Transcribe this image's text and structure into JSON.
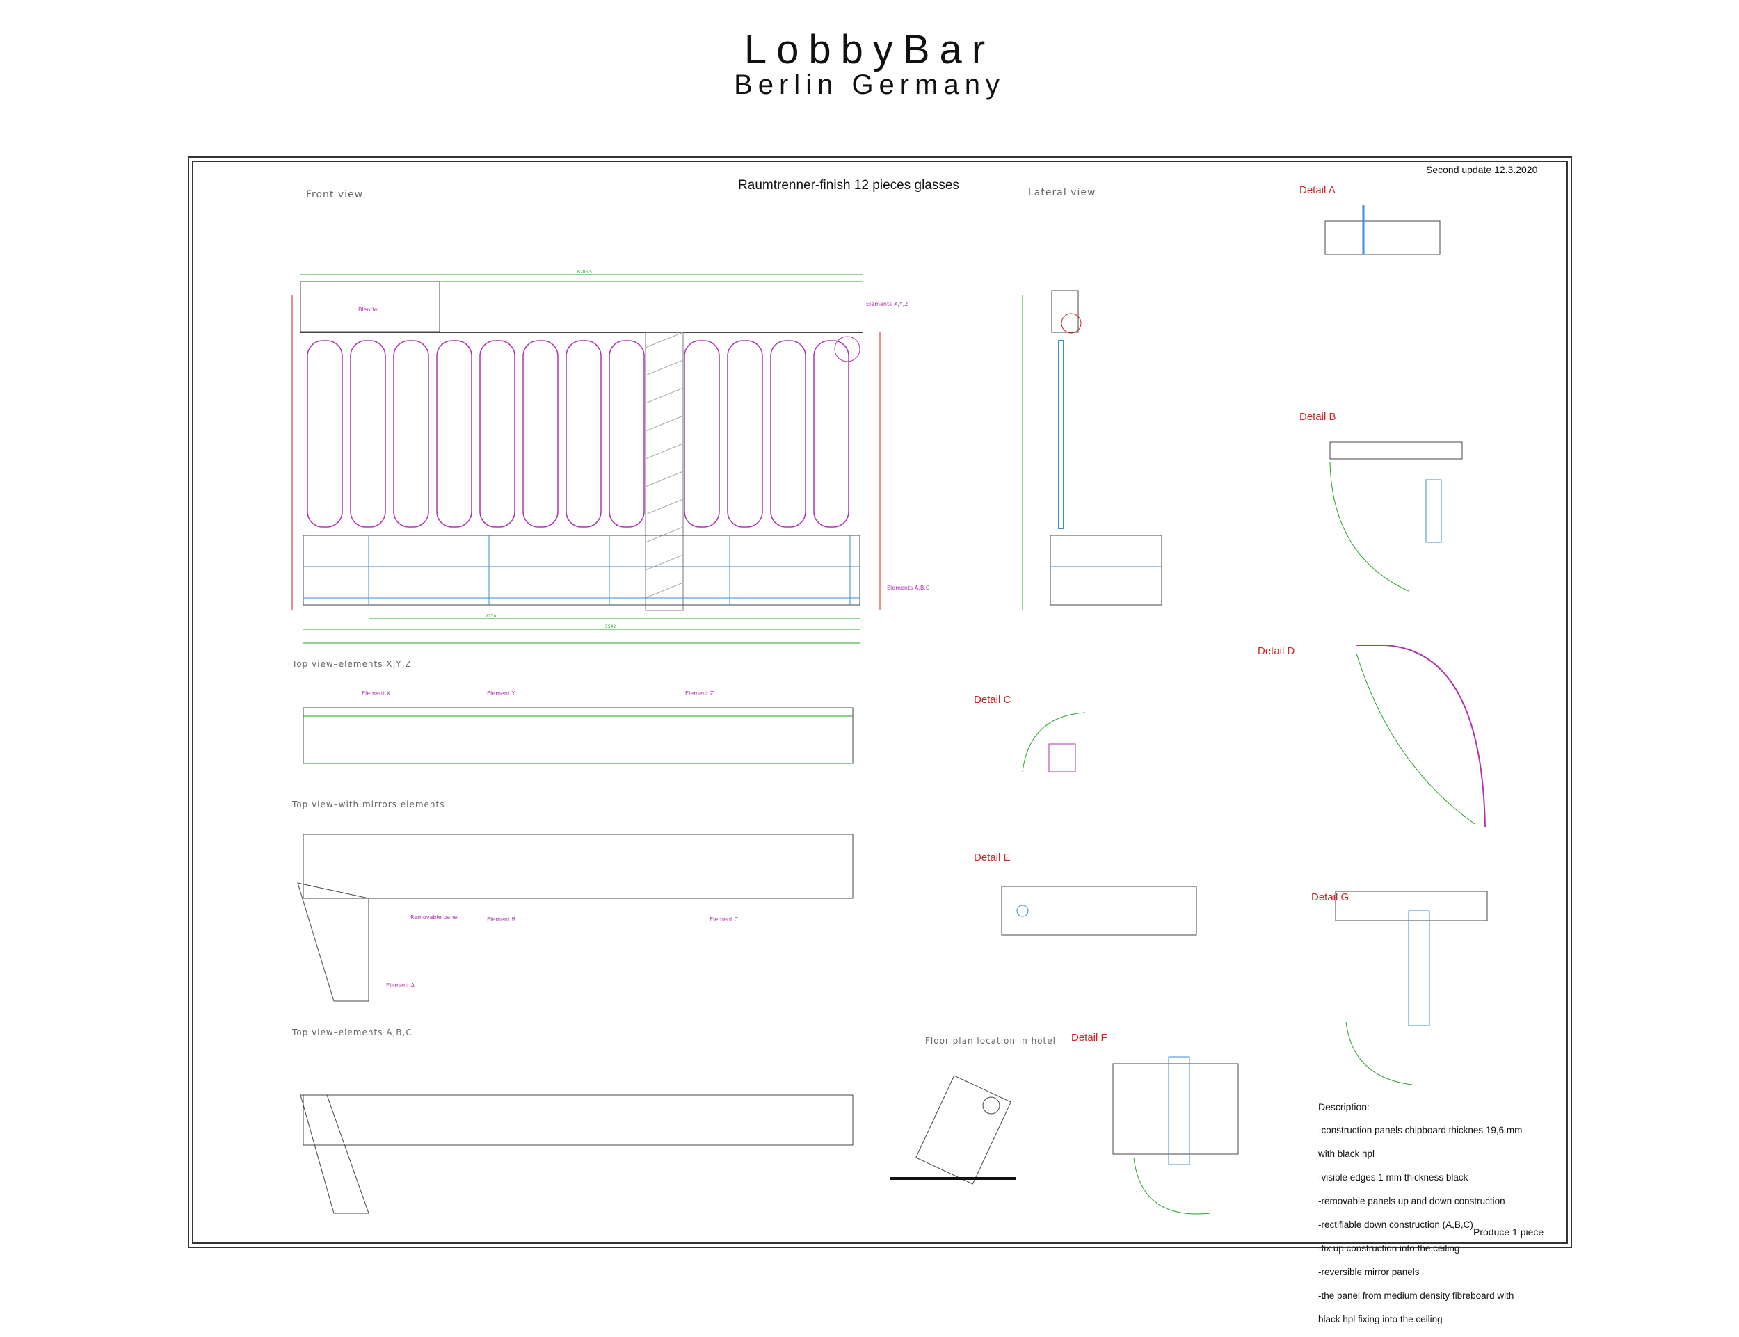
{
  "header": {
    "title": "LobbyBar",
    "subtitle": "Berlin Germany"
  },
  "sheet": {
    "title": "Raumtrenner-finish 12 pieces glasses",
    "update": "Second update 12.3.2020",
    "produce": "Produce 1 piece"
  },
  "views": {
    "front": "Front view",
    "lateral": "Lateral view",
    "top_xyz": "Top view–elements X,Y,Z",
    "top_mirrors": "Top view–with mirrors elements",
    "top_abc": "Top view–elements A,B,C",
    "floor_plan": "Floor plan location in hotel"
  },
  "details": {
    "a": "Detail A",
    "b": "Detail B",
    "c": "Detail C",
    "d": "Detail D",
    "e": "Detail E",
    "f": "Detail F",
    "g": "Detail G"
  },
  "description": {
    "title": "Description:",
    "lines": [
      "-construction panels chipboard thicknes 19,6 mm",
      "with black hpl",
      "-visible edges 1 mm thickness black",
      "-removable panels up and down construction",
      "-rectifiable down construction (A,B,C)",
      "-fix up construction into the ceiling",
      "-reversible mirror panels",
      "-the panel from medium density fibreboard with",
      "black hpl fixing into the ceiling"
    ]
  },
  "annotations": {
    "blende": "Blende",
    "elements_xyz": "Elements X,Y,Z",
    "elements_abc": "Elements A,B,C",
    "element_x": "Element X",
    "element_y": "Element Y",
    "element_z": "Element Z",
    "element_a": "Element A",
    "element_b": "Element B",
    "element_c": "Element C",
    "removable_panel": "Removable panel",
    "dim_total": "6286.5",
    "dim_2770": "2770",
    "dim_5542": "5542"
  },
  "colors": {
    "dimension": "#22a522",
    "element": "#b133b1",
    "glass": "#3b8fd6",
    "detail_label": "#cc2222",
    "frame": "#333333"
  }
}
